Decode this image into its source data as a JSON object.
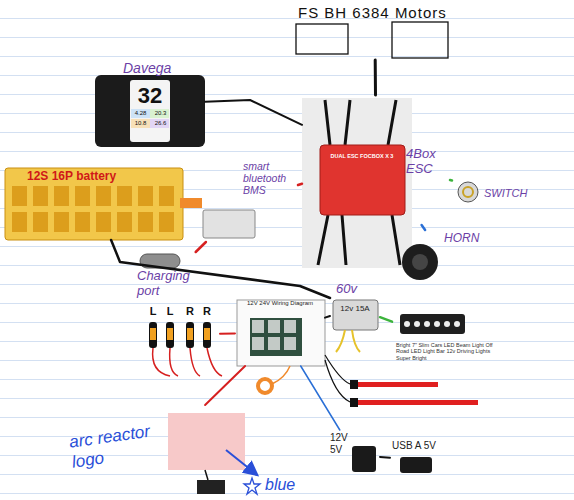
{
  "diagram": {
    "nodes": [
      {
        "text": [
          "FS BH 6384 Motors"
        ]
      },
      {
        "text": [
          "Davega",
          "32",
          "4.28",
          "20.3",
          "10.8",
          "26.6"
        ]
      },
      {
        "text": [
          "12S 16P battery"
        ]
      },
      {
        "text": [
          "smart bluetooth BMS"
        ]
      },
      {
        "text": [
          "4Box ESC",
          "DUAL ESC FOCBOX X 3"
        ]
      },
      {
        "text": [
          "SWITCH"
        ]
      },
      {
        "text": [
          "HORN"
        ]
      },
      {
        "text": [
          "Charging port"
        ]
      },
      {
        "text": [
          "60v",
          "12v 15A"
        ]
      },
      {
        "text": [
          "12V 24V Wiring Diagram"
        ]
      },
      {
        "text": [
          "Bright 7\" Slim Cars LED Beam Light Off Road LED Light Bar 12v Driving Lights Super Bright"
        ]
      },
      {
        "text": [
          "L",
          "L",
          "R",
          "R"
        ]
      },
      {
        "text": [
          "12V 5V"
        ]
      },
      {
        "text": [
          "USB A 5V"
        ]
      },
      {
        "text": [
          "arc reactor logo"
        ]
      }
    ],
    "edges": [
      {
        "from": 4,
        "to": 0,
        "arrow": "none"
      },
      {
        "from": 1,
        "to": 4,
        "arrow": "none"
      },
      {
        "from": 2,
        "to": 3,
        "arrow": "none"
      },
      {
        "from": 3,
        "to": 4,
        "arrow": "none"
      },
      {
        "from": 3,
        "to": 7,
        "arrow": "none"
      },
      {
        "from": 4,
        "to": 5,
        "arrow": "none"
      },
      {
        "from": 4,
        "to": 6,
        "arrow": "none"
      },
      {
        "from": 2,
        "to": 8,
        "arrow": "none"
      },
      {
        "from": 8,
        "to": 10,
        "arrow": "none"
      },
      {
        "from": 8,
        "to": 9,
        "arrow": "none"
      },
      {
        "from": 9,
        "to": 11,
        "arrow": "none"
      },
      {
        "from": 9,
        "to": 12,
        "arrow": "none"
      },
      {
        "from": 12,
        "to": 13,
        "arrow": "none"
      },
      {
        "from": 9,
        "to": 14,
        "arrow": "none"
      }
    ],
    "labels": [
      "blue"
    ]
  }
}
